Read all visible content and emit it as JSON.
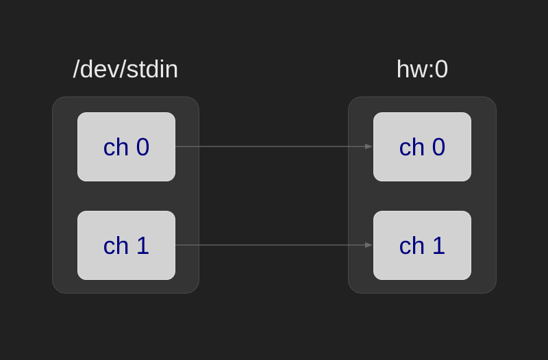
{
  "diagram": {
    "nodes": [
      {
        "id": "dev-stdin",
        "title": "/dev/stdin",
        "channels": [
          {
            "label": "ch 0"
          },
          {
            "label": "ch 1"
          }
        ]
      },
      {
        "id": "hw-0",
        "title": "hw:0",
        "channels": [
          {
            "label": "ch 0"
          },
          {
            "label": "ch 1"
          }
        ]
      }
    ],
    "edges": [
      {
        "from": "/dev/stdin ch 0",
        "to": "hw:0 ch 0"
      },
      {
        "from": "/dev/stdin ch 1",
        "to": "hw:0 ch 1"
      }
    ],
    "colors": {
      "background": "#212121",
      "cluster_fill": "#343434",
      "cluster_border": "#494949",
      "channel_fill": "#d2d2d2",
      "channel_border": "#e2e2e2",
      "channel_text": "#000080",
      "title_text": "#e9e9e9",
      "edge": "#6b6b6b"
    }
  }
}
